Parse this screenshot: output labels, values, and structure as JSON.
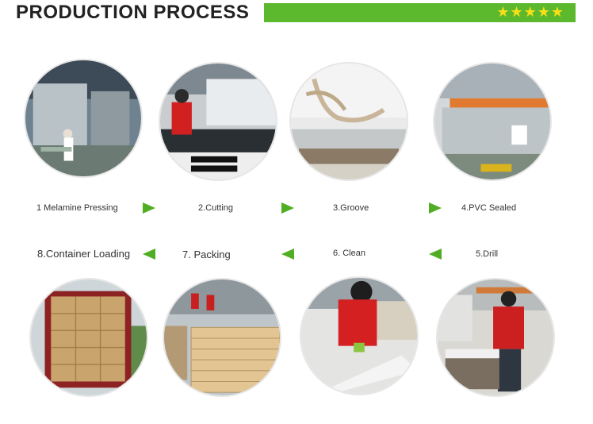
{
  "header": {
    "title": "PRODUCTION PROCESS",
    "stars": "★★★★★",
    "accent_color": "#5cb82c",
    "star_color": "#f7e018"
  },
  "steps": [
    {
      "label": "1 Melamine Pressing",
      "icon": "melamine-press-photo"
    },
    {
      "label": "2.Cutting",
      "icon": "cutting-machine-photo"
    },
    {
      "label": "3.Groove",
      "icon": "groove-machine-photo"
    },
    {
      "label": "4.PVC Sealed",
      "icon": "edge-banding-photo"
    },
    {
      "label": "5.Drill",
      "icon": "drilling-photo"
    },
    {
      "label": "6.  Clean",
      "icon": "cleaning-photo"
    },
    {
      "label": "7.  Packing",
      "icon": "packing-photo"
    },
    {
      "label": "8.Container Loading",
      "icon": "container-loading-photo"
    }
  ]
}
